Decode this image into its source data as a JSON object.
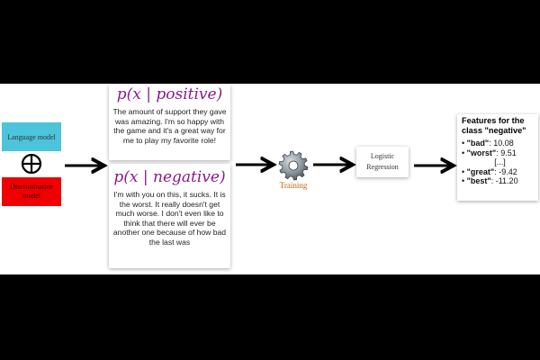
{
  "inputs": {
    "language_model_label": "Language model",
    "discriminative_model_label": "Discriminative model",
    "combine_symbol": "⊕",
    "colors": {
      "language_model": "#4cc4dc",
      "discriminative_model": "#f00000"
    }
  },
  "samples": [
    {
      "formula": "p(x | positive)",
      "text": "The amount of support they gave was amazing. I'm so happy with the game and it's a great way for me to play my favorite role!"
    },
    {
      "formula": "p(x | negative)",
      "text": "I'm with you on this, it sucks. It is the worst. It really doesn't get much worse. I don't even like to think that there will ever be another one because of how bad the last was"
    }
  ],
  "training": {
    "label": "Training",
    "icon": "gear-icon",
    "label_color": "#cc5a10"
  },
  "classifier": {
    "label": "Logistic Regression"
  },
  "features": {
    "title": "Features for the class \"negative\"",
    "items": [
      {
        "term": "\"bad\"",
        "value": "10.08"
      },
      {
        "term": "\"worst\"",
        "value": "9.51"
      },
      {
        "term": "\"great\"",
        "value": "-9.42"
      },
      {
        "term": "\"best\"",
        "value": "-11.20"
      }
    ],
    "ellipsis": "[...]"
  }
}
